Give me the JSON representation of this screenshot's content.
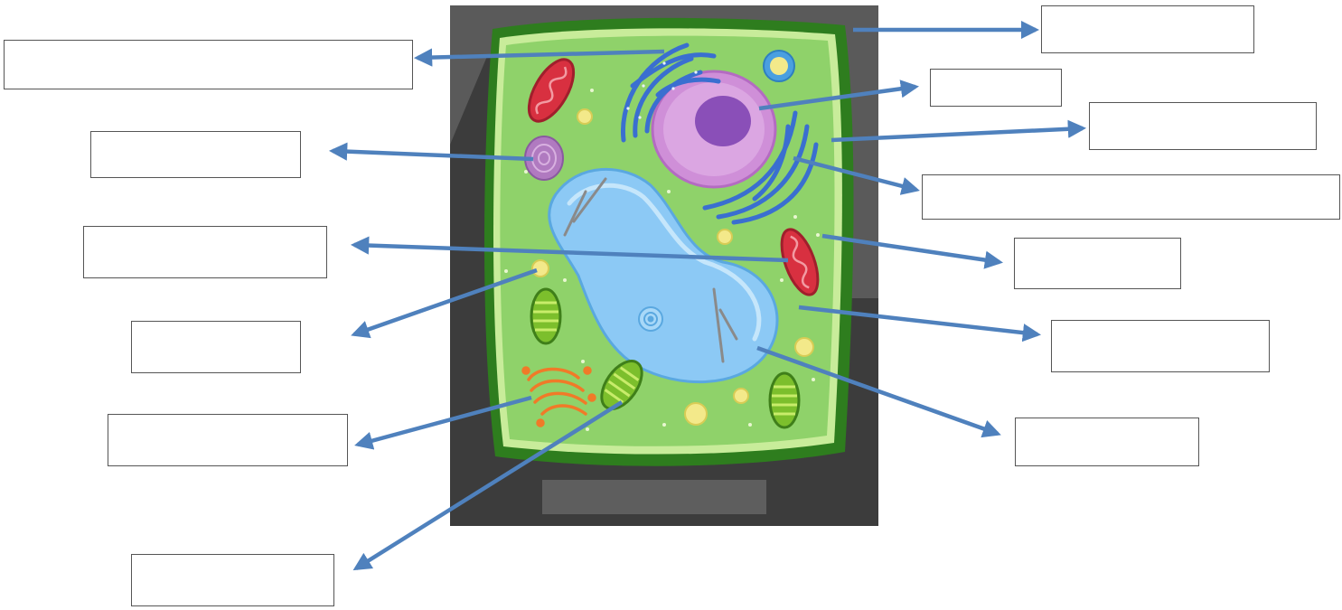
{
  "diagram": {
    "label_boxes": [
      {
        "id": "l1",
        "text": ""
      },
      {
        "id": "l2",
        "text": ""
      },
      {
        "id": "l3",
        "text": ""
      },
      {
        "id": "l4",
        "text": ""
      },
      {
        "id": "l5",
        "text": ""
      },
      {
        "id": "l6",
        "text": ""
      },
      {
        "id": "r1",
        "text": ""
      },
      {
        "id": "r2",
        "text": ""
      },
      {
        "id": "r3",
        "text": ""
      },
      {
        "id": "r4",
        "text": ""
      },
      {
        "id": "r5",
        "text": ""
      },
      {
        "id": "r6",
        "text": ""
      },
      {
        "id": "r7",
        "text": ""
      }
    ],
    "colors": {
      "arrow": "#4f81bd",
      "frame": "#3c3c3c",
      "cell_wall": "#2e7d1e",
      "cytoplasm": "#8fd26a",
      "vacuole": "#8cc9f5",
      "nucleus": "#cf8fd8",
      "nucleolus": "#8a4fb8",
      "mitochondria": "#d83040",
      "chloroplast": "#7cbf2c",
      "er": "#3a6fd0",
      "golgi": "#f07a28"
    }
  }
}
